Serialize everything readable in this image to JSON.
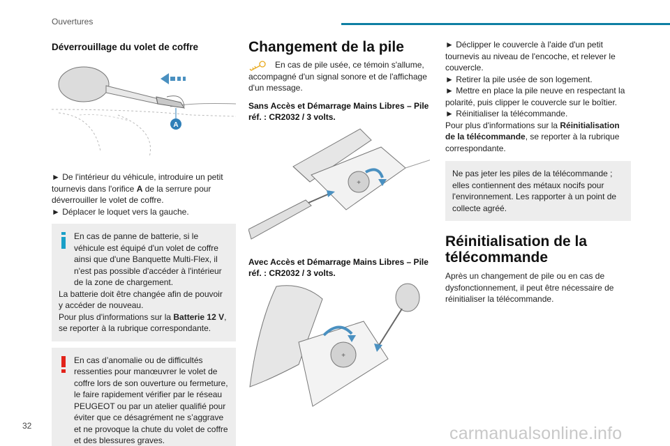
{
  "header": {
    "section": "Ouvertures"
  },
  "col1": {
    "title": "Déverrouillage du volet de coffre",
    "figure_label": "A",
    "steps": [
      {
        "pre": "► De l'intérieur du véhicule, introduire un petit tournevis dans l'orifice ",
        "bold": "A",
        "post": " de la serrure pour déverrouiller le volet de coffre."
      },
      {
        "text": "► Déplacer le loquet vers la gauche."
      }
    ],
    "info_note": {
      "icon": "i",
      "p1": "En cas de panne de batterie, si le véhicule est équipé d'un volet de coffre ainsi que d'une Banquette Multi-Flex, il n'est pas possible d'accéder à l'intérieur de la zone de chargement.",
      "p2": "La batterie doit être changée afin de pouvoir y accéder de nouveau.",
      "p3_pre": "Pour plus d'informations sur la ",
      "p3_bold": "Batterie 12 V",
      "p3_post": ", se reporter à la rubrique correspondante."
    },
    "warning_note": {
      "icon": "!",
      "text": "En cas d’anomalie ou de difficultés ressenties pour manœuvrer le volet de coffre lors de son ouverture ou fermeture, le faire rapidement vérifier par le réseau PEUGEOT ou par un atelier qualifié pour éviter que ce désagrément ne s’aggrave et ne provoque la chute du volet de coffre et des blessures graves."
    }
  },
  "col2": {
    "title": "Changement de la pile",
    "intro": "En cas de pile usée, ce témoin s'allume, accompagné d'un signal sonore et de l'affichage d'un message.",
    "sub1": "Sans Accès et Démarrage Mains Libres – Pile réf. : CR2032 / 3 volts.",
    "sub2": "Avec Accès et Démarrage Mains Libres – Pile réf. : CR2032 / 3 volts."
  },
  "col3": {
    "steps": [
      "► Déclipper le couvercle à l'aide d'un petit tournevis au niveau de l'encoche, et relever le couvercle.",
      "► Retirer la pile usée de son logement.",
      "► Mettre en place la pile neuve en respectant la polarité, puis clipper le couvercle sur le boîtier.",
      "► Réinitialiser la télécommande."
    ],
    "more_pre": "Pour plus d'informations sur la ",
    "more_bold": "Réinitialisation de la télécommande",
    "more_post": ", se reporter à la rubrique correspondante.",
    "env_note": "Ne pas jeter les piles de la télécommande ; elles contiennent des métaux nocifs pour l'environnement. Les rapporter à un point de collecte agréé.",
    "title2": "Réinitialisation de la télécommande",
    "reset_text": "Après un changement de pile ou en cas de dysfonctionnement, il peut être nécessaire de réinitialiser la télécommande."
  },
  "footer": {
    "page_number": "32",
    "watermark": "carmanualsonline.info"
  },
  "colors": {
    "accent": "#0e7fa3",
    "info_icon": "#1aa0c8",
    "warning_icon": "#e2231a",
    "note_bg": "#ededed"
  }
}
